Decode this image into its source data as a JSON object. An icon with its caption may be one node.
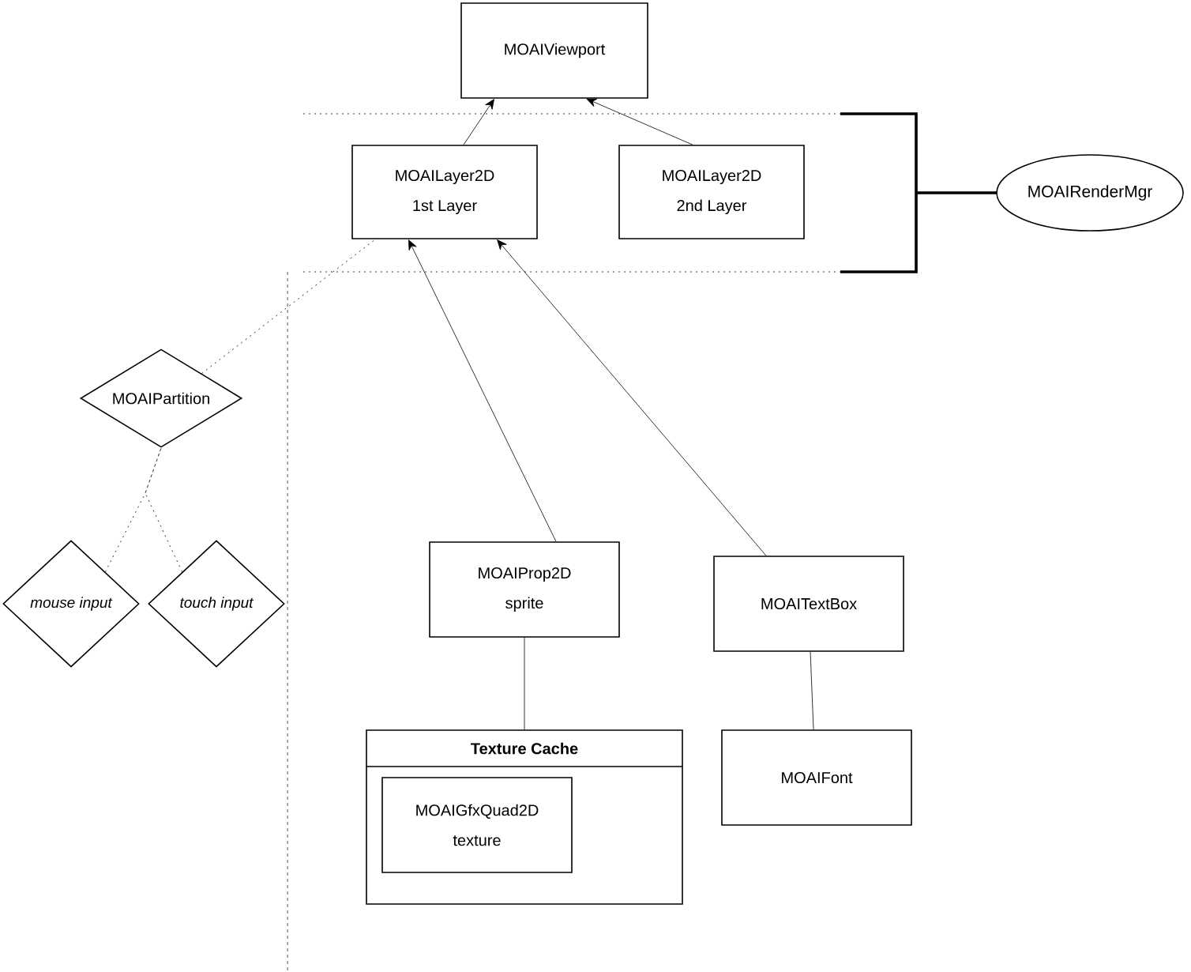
{
  "diagram": {
    "nodes": [
      {
        "text": [
          "MOAIViewport"
        ]
      },
      {
        "text": [
          "MOAILayer2D",
          "1st Layer"
        ]
      },
      {
        "text": [
          "MOAILayer2D",
          "2nd Layer"
        ]
      },
      {
        "text": [
          "MOAIRenderMgr"
        ]
      },
      {
        "text": [
          "MOAIPartition"
        ]
      },
      {
        "text": [
          "mouse input"
        ]
      },
      {
        "text": [
          "touch input"
        ]
      },
      {
        "text": [
          "MOAIProp2D",
          "sprite"
        ]
      },
      {
        "text": [
          "MOAITextBox"
        ]
      },
      {
        "text": [
          "Texture Cache"
        ]
      },
      {
        "text": [
          "MOAIGfxQuad2D",
          "texture"
        ],
        "in": 9
      },
      {
        "text": [
          "MOAIFont"
        ]
      }
    ],
    "edges": [
      {
        "from": 1,
        "to": 0,
        "arrow": "to"
      },
      {
        "from": 2,
        "to": 0,
        "arrow": "to"
      },
      {
        "from": 7,
        "to": 1,
        "arrow": "to"
      },
      {
        "from": 8,
        "to": 1,
        "arrow": "to"
      },
      {
        "from": 4,
        "to": 1,
        "arrow": "none",
        "style": "dashed"
      },
      {
        "from": 5,
        "to": 4,
        "arrow": "none",
        "style": "dashed"
      },
      {
        "from": 6,
        "to": 4,
        "arrow": "none",
        "style": "dashed"
      },
      {
        "from": 7,
        "to": 9,
        "arrow": "none"
      },
      {
        "from": 8,
        "to": 11,
        "arrow": "none"
      }
    ]
  }
}
